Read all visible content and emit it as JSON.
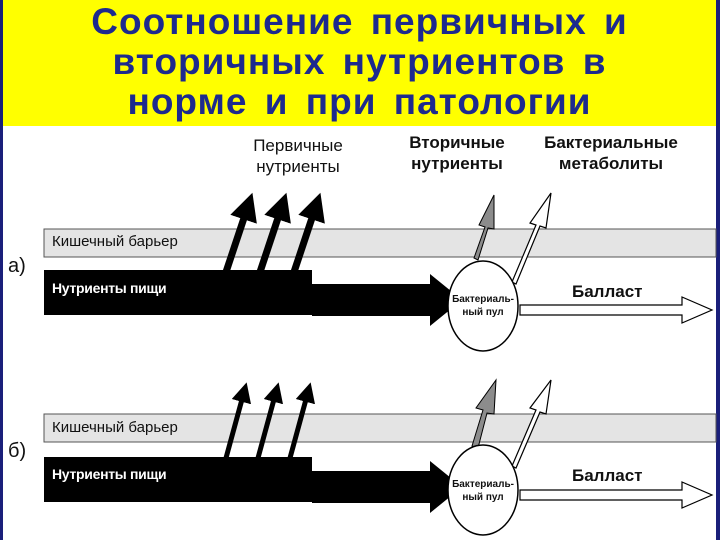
{
  "title": {
    "lines": [
      "Соотношение первичных и",
      "вторичных нутриентов в",
      "норме и при патологии"
    ]
  },
  "headers": {
    "primary": [
      "Первичные",
      "нутриенты"
    ],
    "secondary": [
      "Вторичные",
      "нутриенты"
    ],
    "bacterial": [
      "Бактериальные",
      "метаболиты"
    ]
  },
  "panels": [
    {
      "label": "а)",
      "barrier": "Кишечный барьер",
      "food": "Нутриенты пищи",
      "pool": [
        "Бактериаль-",
        "ный пул"
      ],
      "ballast": "Балласт"
    },
    {
      "label": "б)",
      "barrier": "Кишечный барьер",
      "food": "Нутриенты пищи",
      "pool": [
        "Бактериаль-",
        "ный пул"
      ],
      "ballast": "Балласт"
    }
  ],
  "colors": {
    "title_bg": "#ffff00",
    "title_text": "#1d2a8e",
    "barrier_band": "#e4e4e4",
    "food_band": "#000000",
    "secondary_arrow": "#8c8c8c"
  }
}
